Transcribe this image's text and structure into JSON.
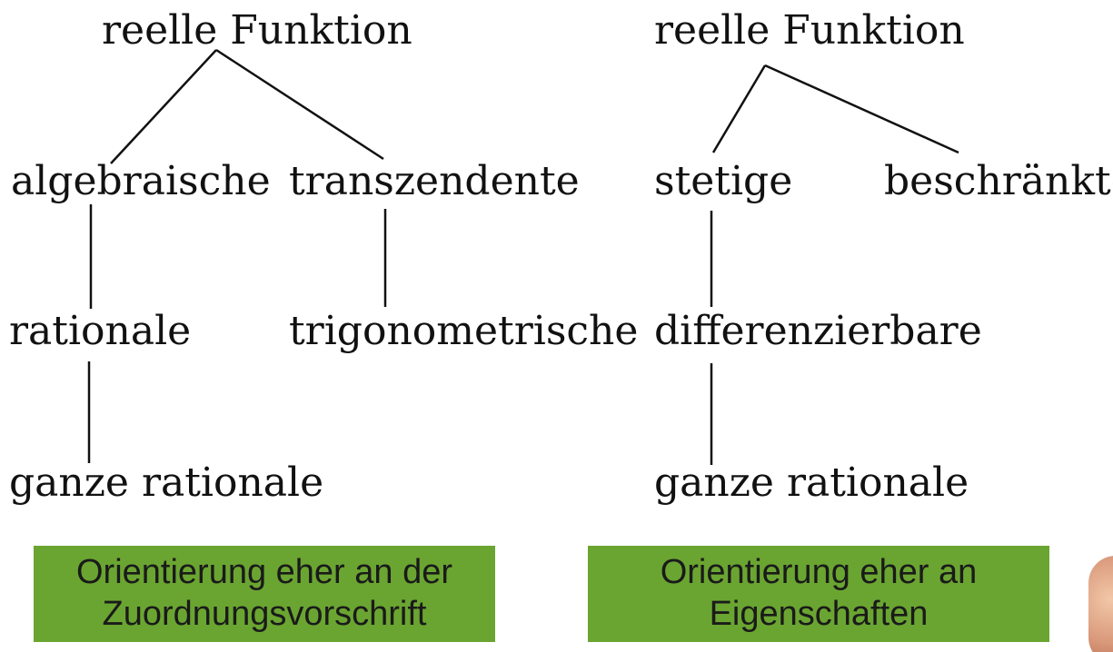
{
  "left_tree": {
    "root": "reelle Funktion",
    "level1_left": "algebraische",
    "level1_right": "transzendente",
    "level2_left": "rationale",
    "level2_right": "trigonometrische",
    "level3_left": "ganze rationale",
    "caption_line1": "Orientierung eher an der",
    "caption_line2": "Zuordnungsvorschrift"
  },
  "right_tree": {
    "root": "reelle Funktion",
    "level1_left": "stetige",
    "level1_right": "beschränkte",
    "level2_left": "differenzierbare",
    "level3_left": "ganze rationale",
    "caption_line1": "Orientierung eher an",
    "caption_line2": "Eigenschaften"
  },
  "colors": {
    "caption_background": "#6aa531",
    "text": "#111111",
    "lines": "#111111"
  }
}
